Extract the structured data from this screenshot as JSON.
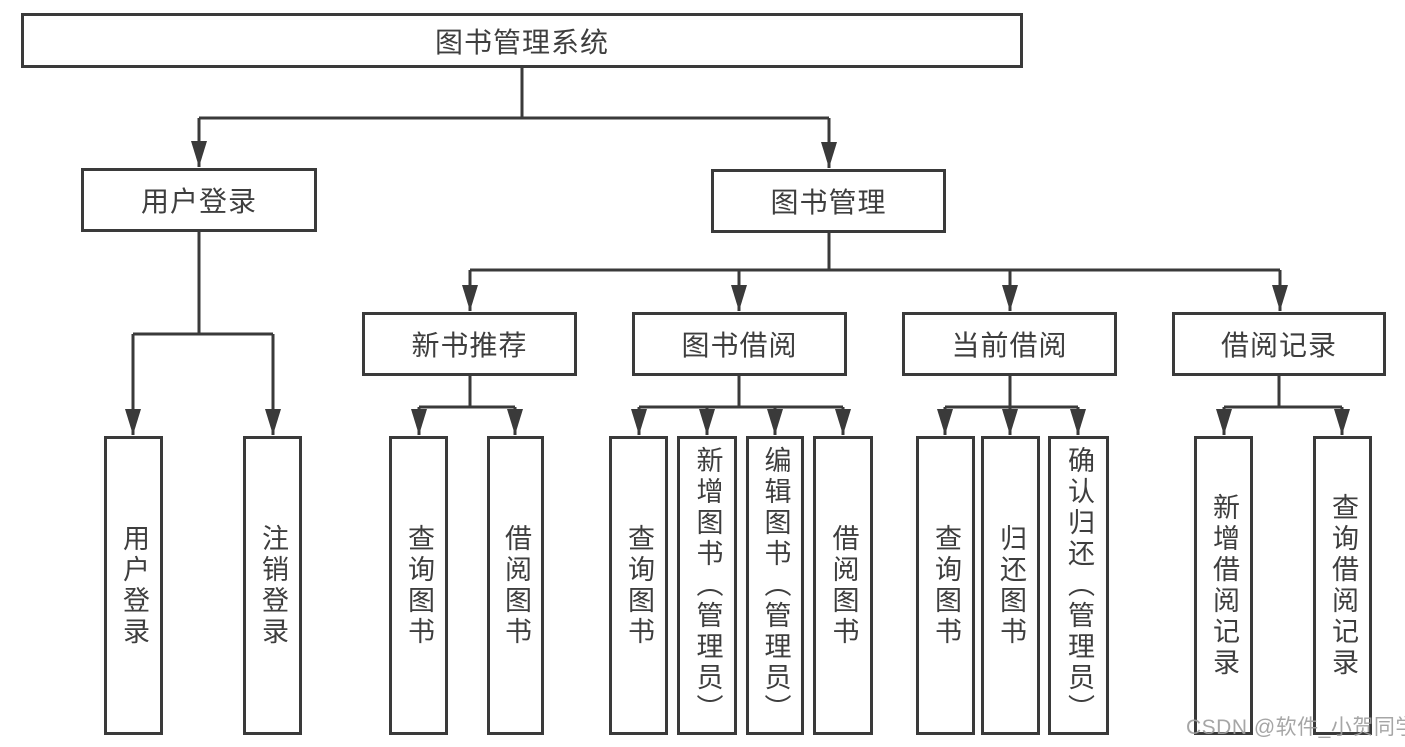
{
  "diagram": {
    "watermark": "CSDN @软件_小贺同学",
    "colors": {
      "line": "#3a3a3a",
      "box_border": "#3a3a3a",
      "box_background": "#ffffff",
      "text": "#3e3e3e",
      "watermark": "#9e9e9e"
    },
    "tree": {
      "label": "图书管理系统",
      "children": [
        {
          "label": "用户登录",
          "children": [
            {
              "label": "用户登录"
            },
            {
              "label": "注销登录"
            }
          ]
        },
        {
          "label": "图书管理",
          "children": [
            {
              "label": "新书推荐",
              "children": [
                {
                  "label": "查询图书"
                },
                {
                  "label": "借阅图书"
                }
              ]
            },
            {
              "label": "图书借阅",
              "children": [
                {
                  "label": "查询图书"
                },
                {
                  "label": "新增图书（管理员）"
                },
                {
                  "label": "编辑图书（管理员）"
                },
                {
                  "label": "借阅图书"
                }
              ]
            },
            {
              "label": "当前借阅",
              "children": [
                {
                  "label": "查询图书"
                },
                {
                  "label": "归还图书"
                },
                {
                  "label": "确认归还（管理员）"
                }
              ]
            },
            {
              "label": "借阅记录",
              "children": [
                {
                  "label": "新增借阅记录"
                },
                {
                  "label": "查询借阅记录"
                }
              ]
            }
          ]
        }
      ]
    }
  }
}
